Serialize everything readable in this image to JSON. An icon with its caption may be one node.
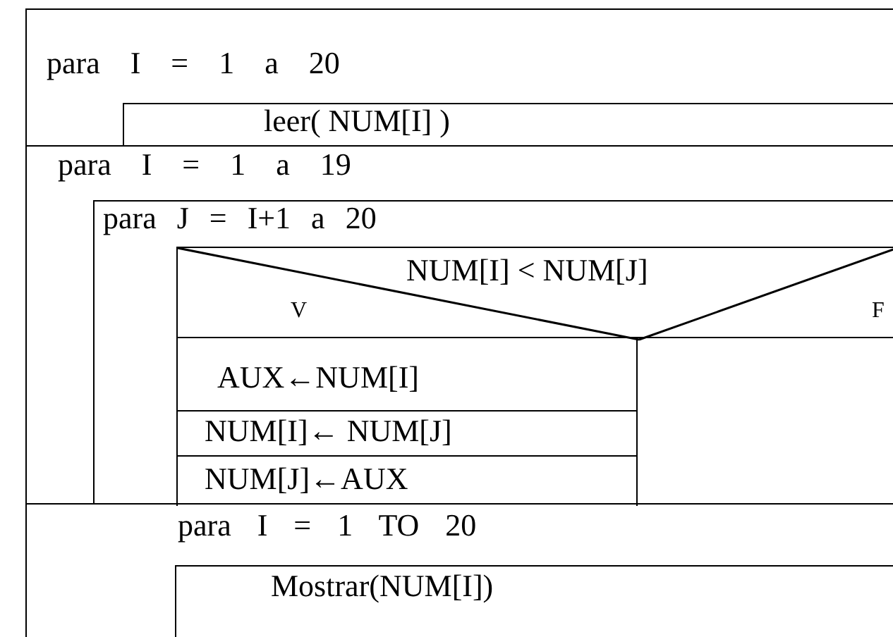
{
  "diagram": {
    "nodes": [
      {
        "text": [
          "para I = 1 a 20"
        ]
      },
      {
        "text": [
          "leer( NUM[I] )"
        ],
        "in": 0
      },
      {
        "text": [
          "para I = 1 a 19"
        ]
      },
      {
        "text": [
          "para J = I+1 a 20"
        ],
        "in": 2
      },
      {
        "text": [
          "NUM[I] < NUM[J]",
          "V",
          "F"
        ],
        "in": 3
      },
      {
        "text": [
          "AUX←NUM[I]"
        ],
        "in": 3
      },
      {
        "text": [
          "NUM[I]← NUM[J]"
        ],
        "in": 3
      },
      {
        "text": [
          "NUM[J]←AUX"
        ],
        "in": 3
      },
      {
        "text": [
          "para I = 1 TO 20"
        ]
      },
      {
        "text": [
          "Mostrar(NUM[I])"
        ],
        "in": 8
      }
    ]
  }
}
